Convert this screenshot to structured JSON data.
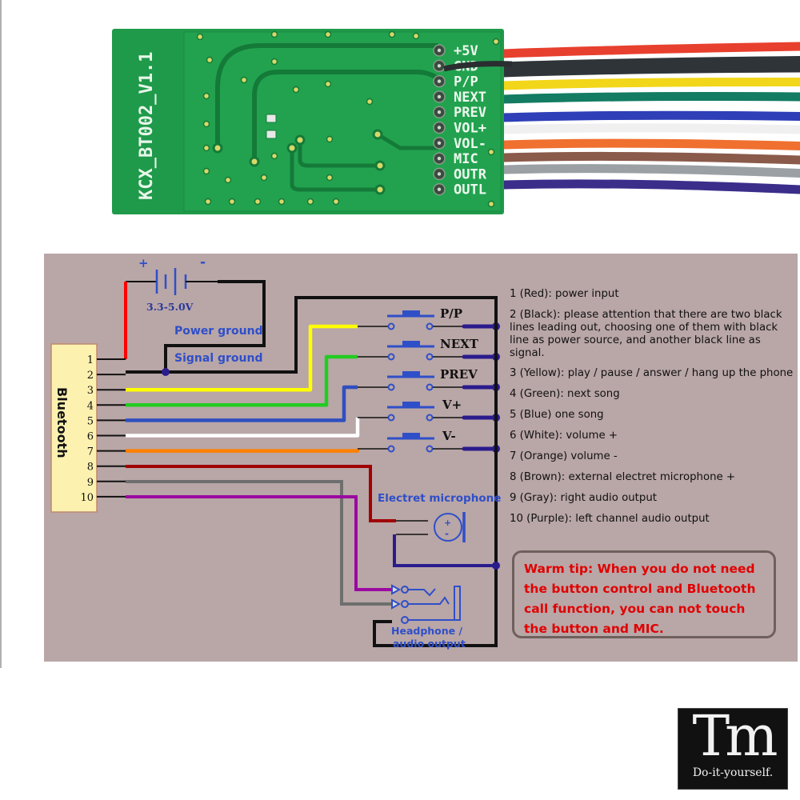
{
  "board": {
    "model_label": "KCX_BT002_V1.1",
    "pins": [
      "+5V",
      "GND",
      "P/P",
      "NEXT",
      "PREV",
      "VOL+",
      "VOL-",
      "MIC",
      "OUTR",
      "OUTL"
    ],
    "wire_colors": [
      "#e8402e",
      "#2f3438",
      "#2f3438",
      "#f2d61a",
      "#137c63",
      "#2e3fb8",
      "#f0f0f0",
      "#f07030",
      "#8a5a4a",
      "#9aa0a4",
      "#3a2e8a"
    ]
  },
  "diagram": {
    "battery": {
      "plus": "+",
      "minus": "-",
      "voltage": "3.3-5.0V"
    },
    "power_ground_label": "Power ground",
    "signal_ground_label": "Signal ground",
    "module_label": "Bluetooth",
    "pin_numbers": [
      "1",
      "2",
      "3",
      "4",
      "5",
      "6",
      "7",
      "8",
      "9",
      "10"
    ],
    "buttons": [
      "P/P",
      "NEXT",
      "PREV",
      "V+",
      "V-"
    ],
    "mic_label": "Electret microphone",
    "mic_plus": "+",
    "mic_minus": "-",
    "headphone_label_line1": "Headphone /",
    "headphone_label_line2": "audio output",
    "colors": {
      "background": "#b9a6a7",
      "red": "#ff0000",
      "black": "#111111",
      "yellow": "#ffff00",
      "green": "#22cc22",
      "blue": "#2e4fbf",
      "white": "#ffffff",
      "orange": "#ff8000",
      "brown": "#a00000",
      "gray": "#6e6e6e",
      "purple": "#9a0aa0",
      "navy": "#2a1c8c",
      "symbol_blue": "#2f4fc8",
      "module_fill": "#fdf1b0"
    }
  },
  "legend": [
    "1 (Red): power input",
    "2 (Black): please attention that there are two black lines leading out, choosing one of them with black line as power source, and another black line as signal.",
    "3 (Yellow): play / pause / answer / hang up the phone",
    "4 (Green): next song",
    "5 (Blue) one song",
    "6 (White): volume +",
    "7 (Orange) volume -",
    "8 (Brown): external electret microphone +",
    "9 (Gray): right audio output",
    "10 (Purple): left channel audio output"
  ],
  "warm_tip": "Warm tip: When you do not need the button control and Bluetooth call function, you can not touch the button and MIC.",
  "logo": {
    "mark": "Tm",
    "tagline": "Do-it-yourself."
  }
}
